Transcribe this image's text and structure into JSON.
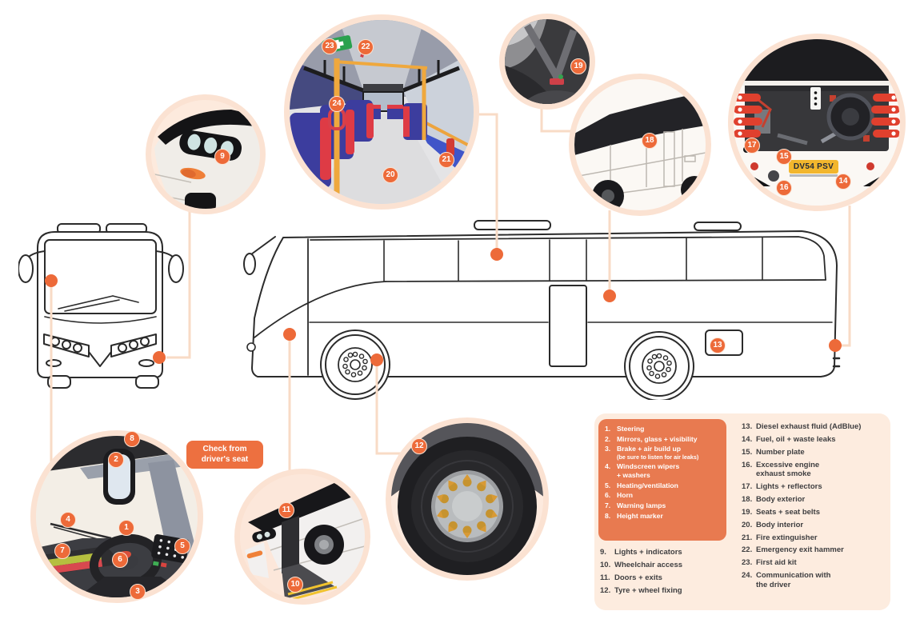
{
  "markers": {
    "m1": "1",
    "m2": "2",
    "m3": "3",
    "m4": "4",
    "m5": "5",
    "m6": "6",
    "m7": "7",
    "m8": "8",
    "m9": "9",
    "m10": "10",
    "m11": "11",
    "m12": "12",
    "m13": "13",
    "m14": "14",
    "m15": "15",
    "m16": "16",
    "m17": "17",
    "m18": "18",
    "m19": "19",
    "m20": "20",
    "m21": "21",
    "m22": "22",
    "m23": "23",
    "m24": "24"
  },
  "driver_seat_note": {
    "line1": "Check from",
    "line2": "driver's seat"
  },
  "number_plate": "DV54 PSV",
  "legend": {
    "primary": {
      "items": [
        {
          "num": "1.",
          "label": "Steering"
        },
        {
          "num": "2.",
          "label": "Mirrors, glass + visibility"
        },
        {
          "num": "3.",
          "label": "Brake + air build up",
          "note": "(be sure to listen for air leaks)"
        },
        {
          "num": "4.",
          "label": "Windscreen wipers",
          "label2": "+ washers"
        },
        {
          "num": "5.",
          "label": "Heating/ventilation"
        },
        {
          "num": "6.",
          "label": "Horn"
        },
        {
          "num": "7.",
          "label": "Warning lamps"
        },
        {
          "num": "8.",
          "label": "Height marker"
        }
      ]
    },
    "secondary": {
      "items": [
        {
          "num": "9.",
          "label": "Lights + indicators"
        },
        {
          "num": "10.",
          "label": "Wheelchair access"
        },
        {
          "num": "11.",
          "label": "Doors + exits"
        },
        {
          "num": "12.",
          "label": "Tyre + wheel fixing"
        }
      ]
    },
    "tertiary": {
      "items": [
        {
          "num": "13.",
          "label": "Diesel exhaust fluid (AdBlue)"
        },
        {
          "num": "14.",
          "label": "Fuel, oil + waste leaks"
        },
        {
          "num": "15.",
          "label": "Number plate"
        },
        {
          "num": "16.",
          "label": "Excessive engine",
          "label2": "exhaust smoke"
        },
        {
          "num": "17.",
          "label": "Lights + reflectors"
        },
        {
          "num": "18.",
          "label": "Body exterior"
        },
        {
          "num": "19.",
          "label": "Seats + seat belts"
        },
        {
          "num": "20.",
          "label": "Body interior"
        },
        {
          "num": "21.",
          "label": "Fire extinguisher"
        },
        {
          "num": "22.",
          "label": "Emergency exit hammer"
        },
        {
          "num": "23.",
          "label": "First aid kit"
        },
        {
          "num": "24.",
          "label": "Communication with",
          "label2": "the driver"
        }
      ]
    }
  },
  "colors": {
    "accent": "#ED6A39",
    "legend_box": "#E87A50",
    "panel_bg": "#FDECDF",
    "connector": "#F8DBC6",
    "plate_yellow": "#F2B62D",
    "text_dark": "#3E3E40"
  }
}
